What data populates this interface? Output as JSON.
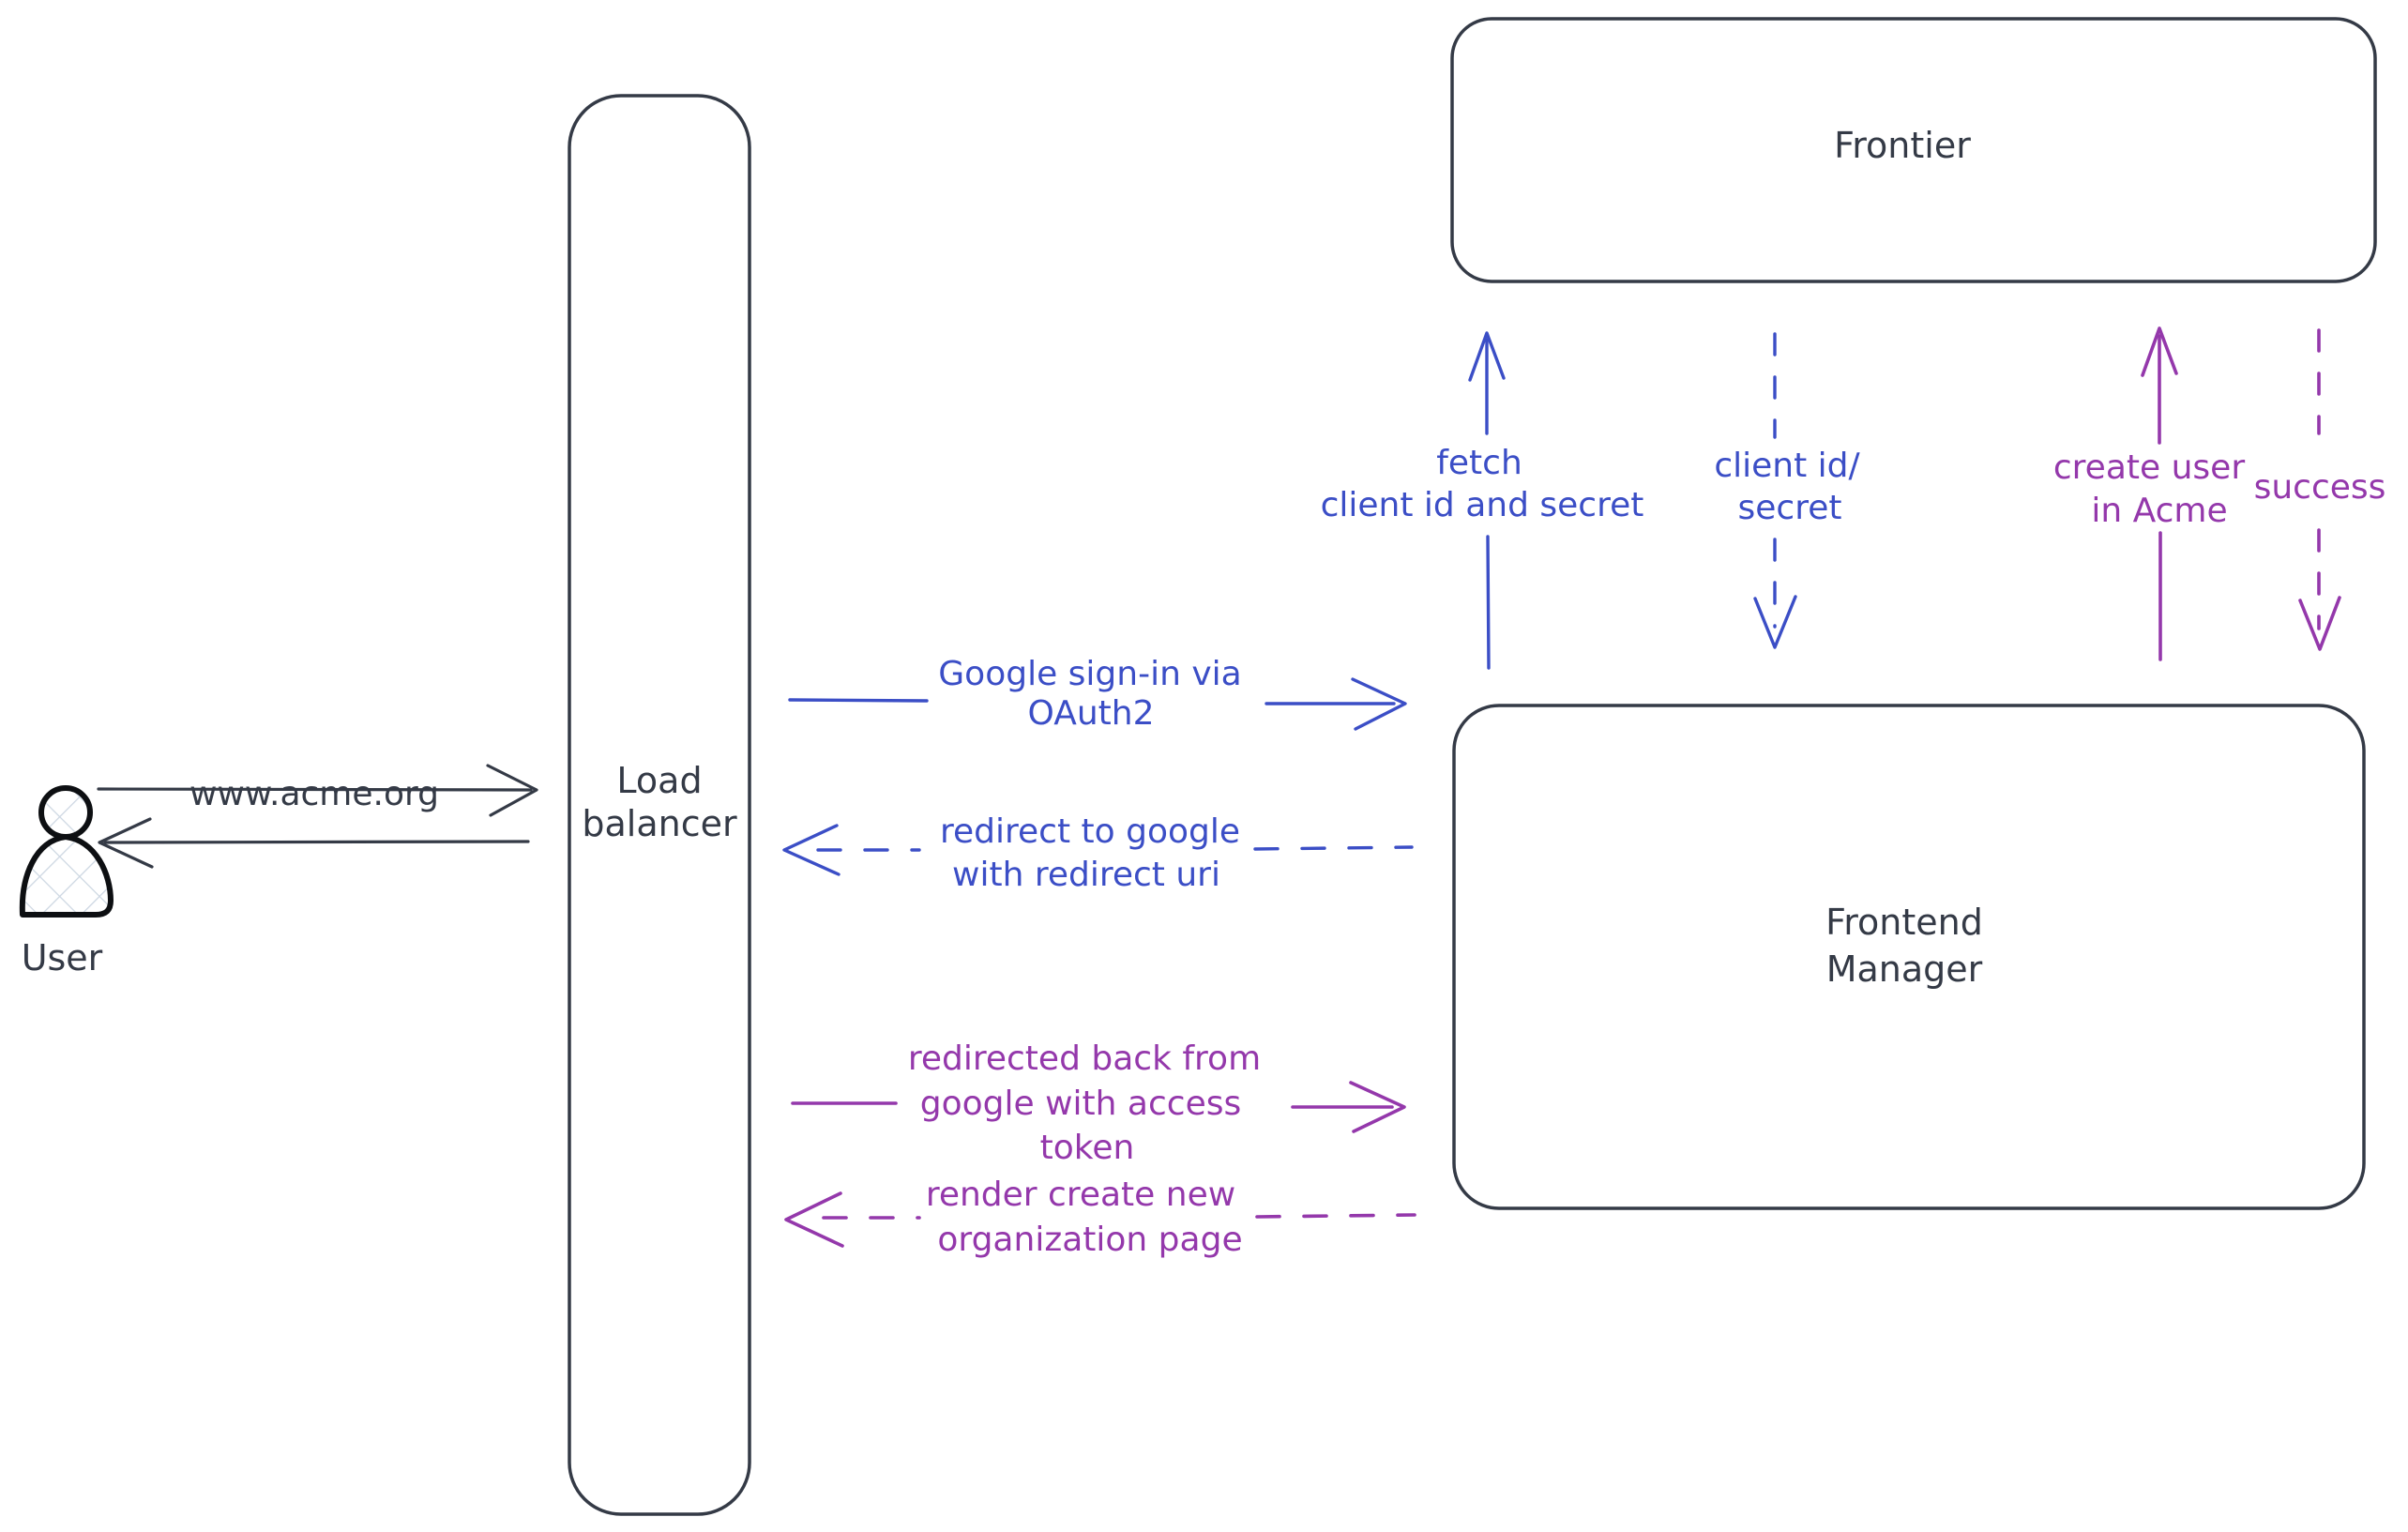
{
  "diagram": {
    "actors": {
      "user": {
        "label": "User"
      },
      "load_balancer": {
        "line1": "Load",
        "line2": "balancer"
      },
      "frontier": {
        "label": "Frontier"
      },
      "frontend_manager": {
        "line1": "Frontend",
        "line2": "Manager"
      }
    },
    "messages": {
      "www_acme": {
        "label": "www.acme.org"
      },
      "google_signin": {
        "line1": "Google sign-in via",
        "line2": "OAuth2"
      },
      "redirect_google": {
        "line1": "redirect to google",
        "line2": "with redirect uri"
      },
      "redirected_back": {
        "line1": "redirected back from",
        "line2": "google with access",
        "line3": "token"
      },
      "render_org_page": {
        "line1": "render create new",
        "line2": "organization page"
      },
      "fetch_client_secret": {
        "line1": "fetch",
        "line2": "client id and secret"
      },
      "client_id_secret": {
        "line1": "client id/",
        "line2": "secret"
      },
      "create_user": {
        "line1": "create user",
        "line2": "in Acme"
      },
      "success": {
        "label": "success"
      }
    },
    "colors": {
      "stroke": "#343a46",
      "blue": "#3b4ec6",
      "purple": "#9438ab",
      "hatch": "#cdd7e2",
      "background": "#ffffff"
    }
  }
}
